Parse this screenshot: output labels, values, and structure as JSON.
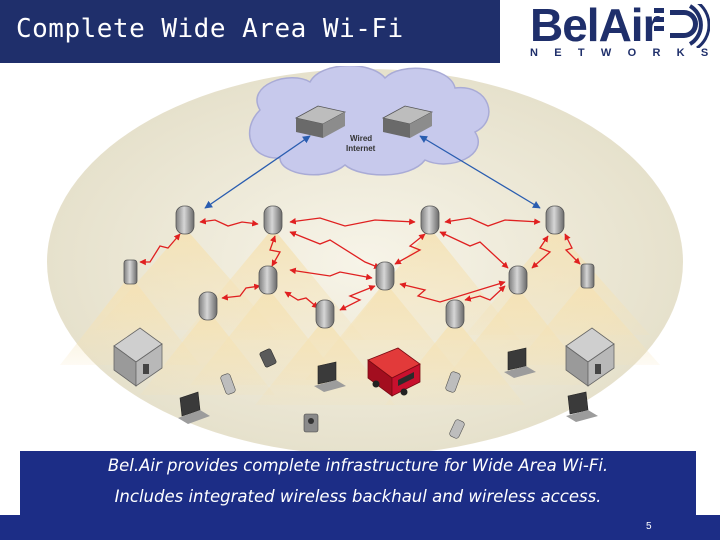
{
  "slide": {
    "title": "Complete Wide Area Wi-Fi",
    "logo": {
      "name": "BelAir",
      "sub": "NETWORKS"
    },
    "caption_line1": "Bel.Air provides complete infrastructure for Wide Area Wi-Fi.",
    "caption_line2": "Includes integrated wireless backhaul and wireless access.",
    "page_number": "5"
  },
  "diagram": {
    "cloud_label_line1": "Wired",
    "cloud_label_line2": "Internet",
    "colors": {
      "wired_link": "#2a5db0",
      "wireless_link": "#e02020",
      "cloud": "#c7c9ec",
      "coverage_cone": "#f3dfb1",
      "background_ellipse": "#ece8d6",
      "van": "#c8102e"
    },
    "icons": [
      "server-icon",
      "access-point-icon",
      "laptop-icon",
      "phone-icon",
      "pda-icon",
      "van-icon",
      "house-icon",
      "wireless-camera-icon"
    ]
  }
}
